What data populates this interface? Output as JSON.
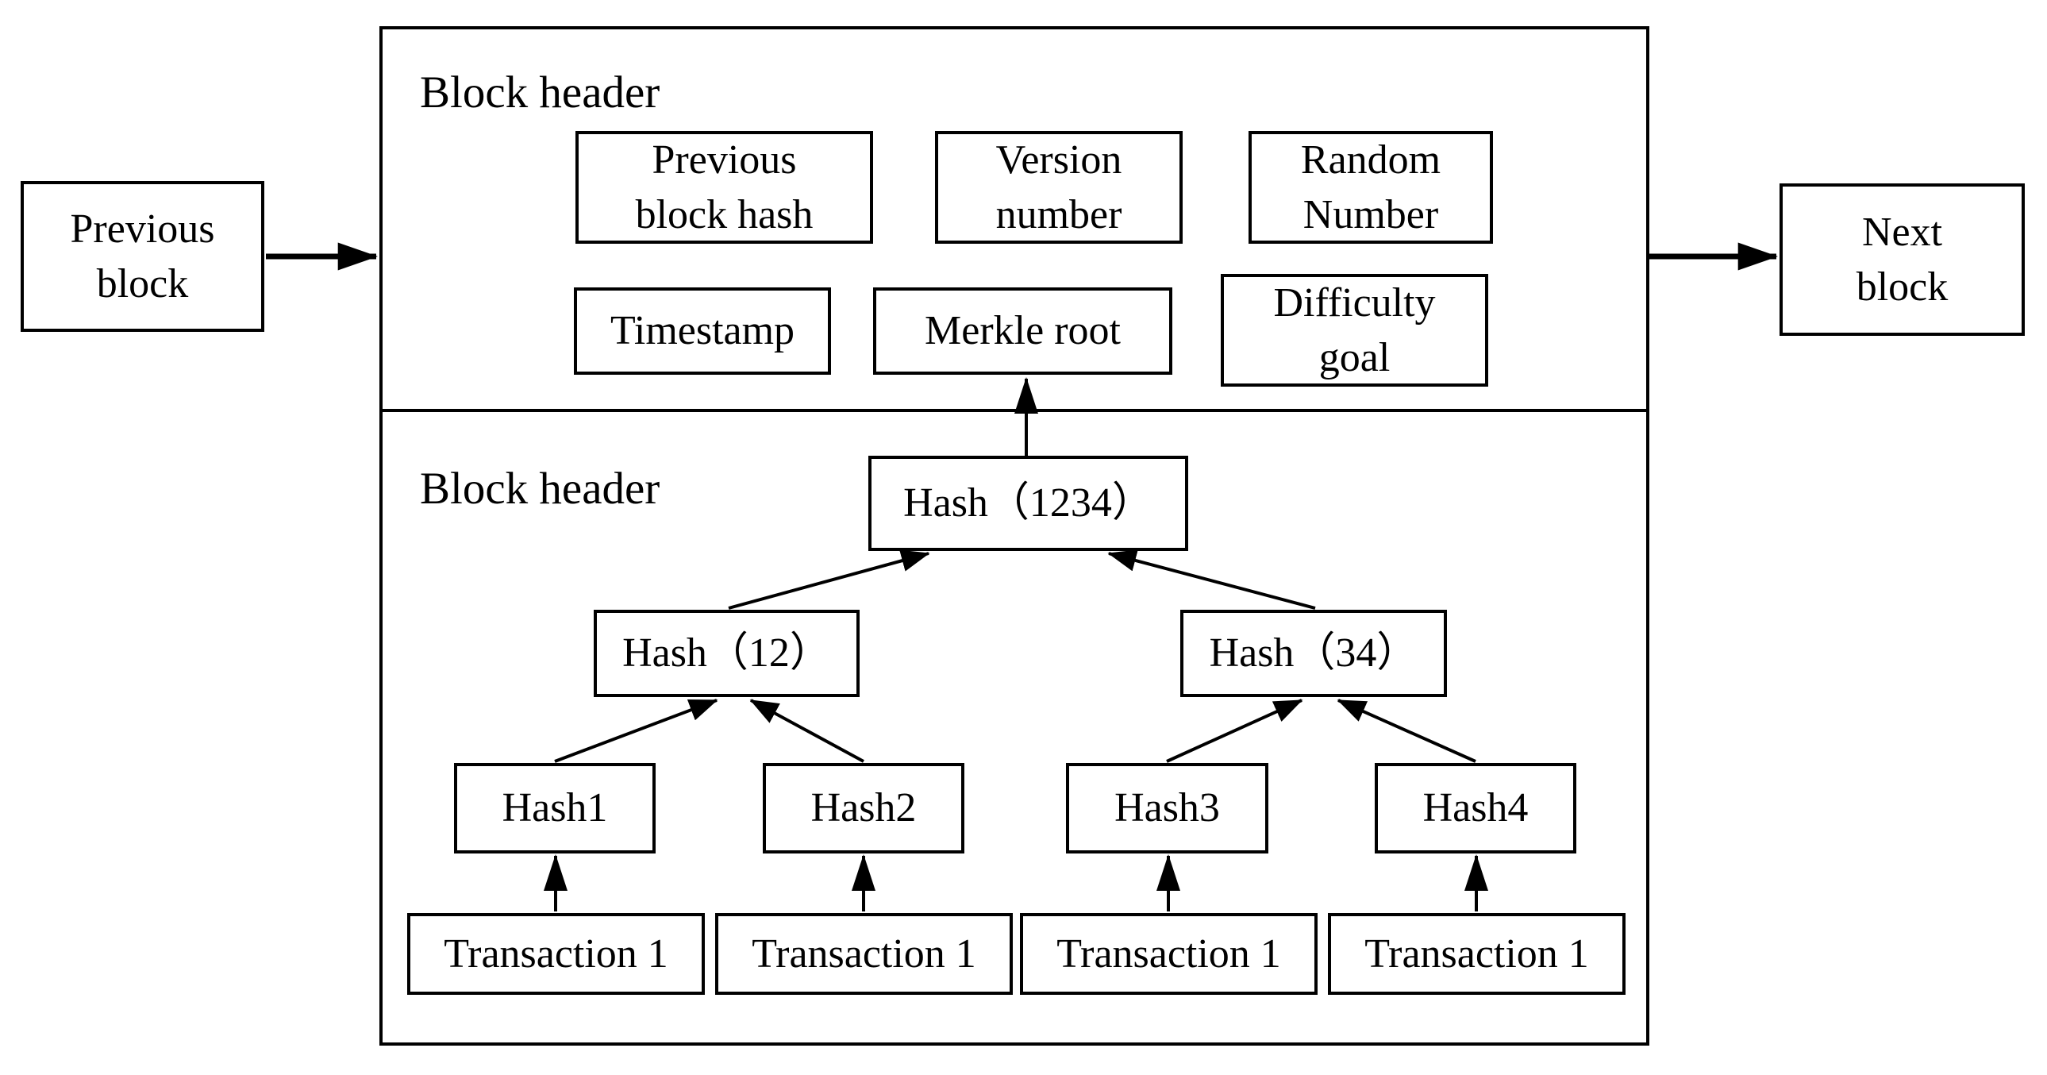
{
  "canvas": {
    "background": "#ffffff"
  },
  "colors": {
    "line": "#000000",
    "text": "#000000",
    "node_fill": "#ffffff"
  },
  "external": {
    "previous_block": {
      "lines": [
        "Previous",
        "block"
      ]
    },
    "next_block": {
      "lines": [
        "Next",
        "block"
      ]
    }
  },
  "block": {
    "header_section_label": "Block header",
    "body_section_label": "Block header",
    "header_fields": {
      "previous_block_hash": {
        "lines": [
          "Previous",
          "block hash"
        ]
      },
      "version_number": {
        "lines": [
          "Version",
          "number"
        ]
      },
      "random_number": {
        "lines": [
          "Random",
          "Number"
        ]
      },
      "timestamp": {
        "lines": [
          "Timestamp"
        ]
      },
      "merkle_root": {
        "lines": [
          "Merkle root"
        ]
      },
      "difficulty_goal": {
        "lines": [
          "Difficulty",
          "goal"
        ]
      }
    },
    "merkle_tree": {
      "root": {
        "label": "Hash（1234）"
      },
      "internal": [
        {
          "label": "Hash（12）"
        },
        {
          "label": "Hash（34）"
        }
      ],
      "leaves": [
        {
          "label": "Hash1"
        },
        {
          "label": "Hash2"
        },
        {
          "label": "Hash3"
        },
        {
          "label": "Hash4"
        }
      ],
      "transactions": [
        {
          "label": "Transaction 1"
        },
        {
          "label": "Transaction 1"
        },
        {
          "label": "Transaction 1"
        },
        {
          "label": "Transaction 1"
        }
      ]
    }
  }
}
